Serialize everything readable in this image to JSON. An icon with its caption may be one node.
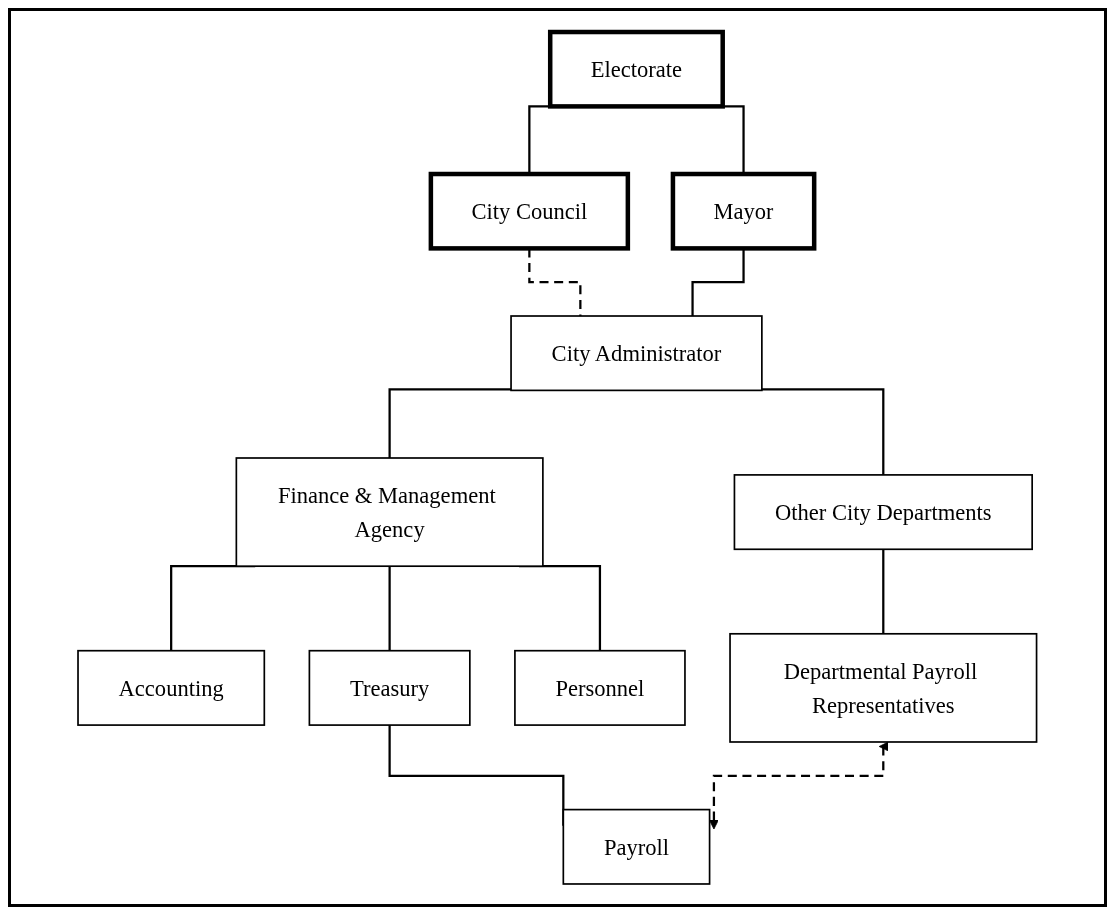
{
  "diagram": {
    "nodes": [
      {
        "text": [
          "Electorate"
        ]
      },
      {
        "text": [
          "City Council"
        ]
      },
      {
        "text": [
          "Mayor"
        ]
      },
      {
        "text": [
          "City Administrator"
        ]
      },
      {
        "text": [
          "Other City Departments"
        ]
      },
      {
        "text": [
          "Finance & Management Agency"
        ]
      },
      {
        "text": [
          "Accounting"
        ]
      },
      {
        "text": [
          "Treasury"
        ]
      },
      {
        "text": [
          "Personnel"
        ]
      },
      {
        "text": [
          "Departmental Payroll Representatives"
        ]
      },
      {
        "text": [
          "Payroll"
        ]
      }
    ],
    "edges": [
      {
        "from": 0,
        "to": 1,
        "arrow": "none"
      },
      {
        "from": 0,
        "to": 2,
        "arrow": "none"
      },
      {
        "from": 1,
        "to": 3,
        "arrow": "none",
        "style": "dashed"
      },
      {
        "from": 2,
        "to": 3,
        "arrow": "none"
      },
      {
        "from": 3,
        "to": 4,
        "arrow": "none"
      },
      {
        "from": 3,
        "to": 5,
        "arrow": "none"
      },
      {
        "from": 5,
        "to": 6,
        "arrow": "none"
      },
      {
        "from": 5,
        "to": 7,
        "arrow": "none"
      },
      {
        "from": 5,
        "to": 8,
        "arrow": "none"
      },
      {
        "from": 4,
        "to": 9,
        "arrow": "none"
      },
      {
        "from": 7,
        "to": 10,
        "arrow": "none"
      },
      {
        "from": 9,
        "to": 10,
        "arrow": "both",
        "style": "dashed"
      }
    ]
  }
}
